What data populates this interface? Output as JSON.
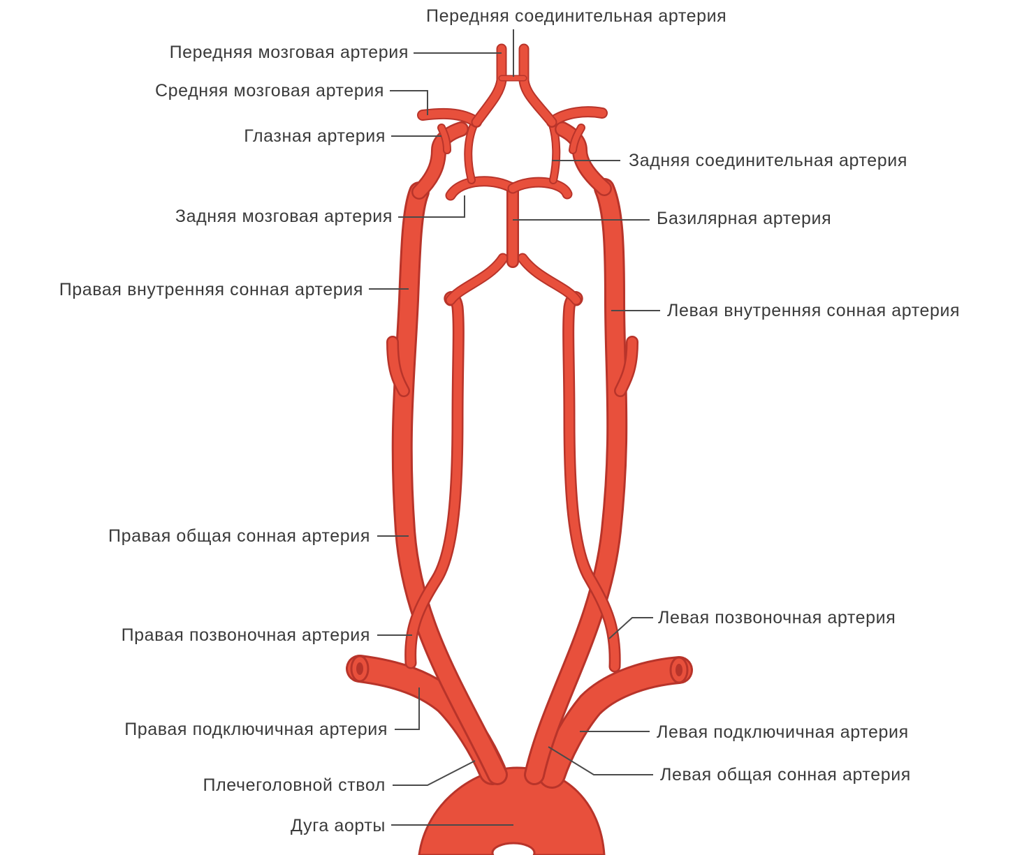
{
  "labels": {
    "anterior_communicating": "Передняя соединительная артерия",
    "anterior_cerebral": "Передняя мозговая артерия",
    "middle_cerebral": "Средняя мозговая артерия",
    "ophthalmic": "Глазная артерия",
    "posterior_communicating": "Задняя соединительная артерия",
    "posterior_cerebral": "Задняя мозговая артерия",
    "basilar": "Базилярная артерия",
    "right_internal_carotid": "Правая внутренняя сонная артерия",
    "left_internal_carotid": "Левая внутренняя сонная артерия",
    "right_common_carotid": "Правая общая сонная артерия",
    "left_vertebral": "Левая позвоночная артерия",
    "right_vertebral": "Правая позвоночная артерия",
    "right_subclavian": "Правая подключичная артерия",
    "left_subclavian": "Левая подключичная артерия",
    "brachiocephalic": "Плечеголовной ствол",
    "left_common_carotid": "Левая общая сонная артерия",
    "aortic_arch": "Дуга аорты"
  },
  "colors": {
    "vessel": "#e8503c",
    "vessel_edge": "#b8342a",
    "leader": "#4a4a4a",
    "text": "#3a3a3a"
  }
}
